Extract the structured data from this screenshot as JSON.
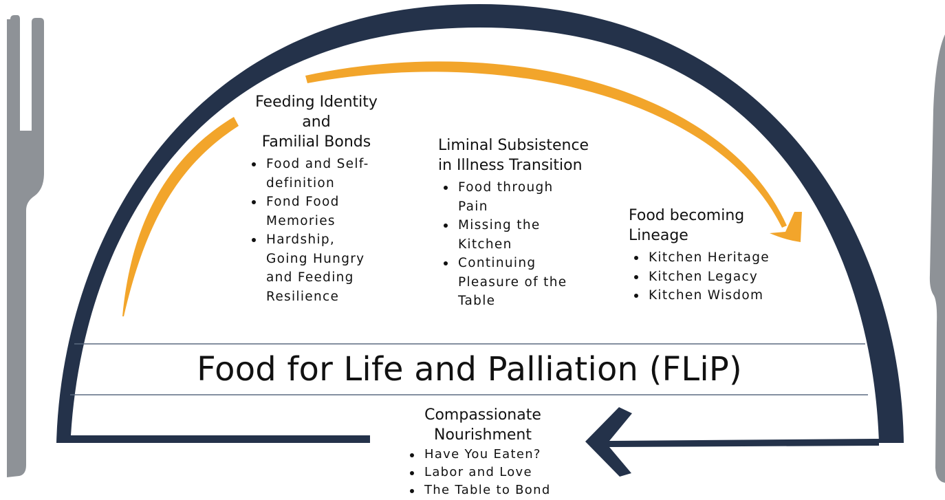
{
  "title": "Food for Life and Palliation (FLiP)",
  "colors": {
    "navy": "#24324a",
    "gold": "#f2a52b",
    "utensil": "#8e9297",
    "band_line": "#5b6a80",
    "text": "#111111"
  },
  "themes": {
    "feeding_identity": {
      "heading_lines": [
        "Feeding Identity",
        "and",
        "Familial Bonds"
      ],
      "items": [
        "Food and Self-definition",
        "Fond Food Memories",
        "Hardship, Going Hungry and Feeding Resilience"
      ]
    },
    "liminal_subsistence": {
      "heading_lines": [
        "Liminal Subsistence",
        "in Illness Transition"
      ],
      "items": [
        "Food through Pain",
        "Missing the Kitchen",
        "Continuing Pleasure of the Table"
      ]
    },
    "food_lineage": {
      "heading_lines": [
        "Food becoming",
        "Lineage"
      ],
      "items": [
        "Kitchen Heritage",
        "Kitchen Legacy",
        "Kitchen Wisdom"
      ]
    },
    "compassionate_nourishment": {
      "heading_lines": [
        "Compassionate",
        "Nourishment"
      ],
      "items": [
        "Have You Eaten?",
        "Labor and Love",
        "The Table to Bond"
      ]
    }
  },
  "icons": {
    "left_utensil": "fork-icon",
    "right_utensil": "knife-icon",
    "top_arrow": "curved-arrow-icon",
    "bottom_arrow": "chevron-left-icon"
  }
}
